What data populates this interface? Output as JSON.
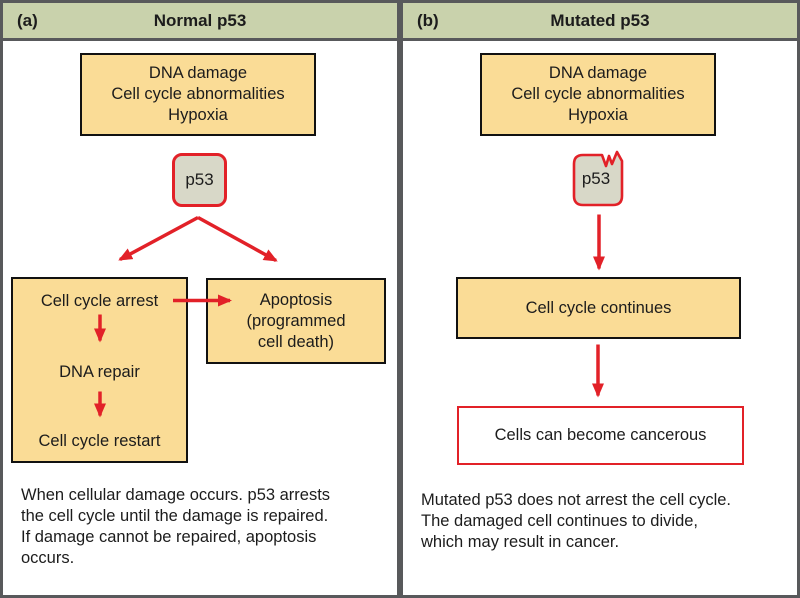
{
  "colors": {
    "panel-border": "#58595b",
    "header-bg": "#c9d2ac",
    "box-tan": "#fadc96",
    "p53-fill": "#d8d8c8",
    "arrow-red": "#e22128",
    "box-border": "#111111",
    "text": "#1c1c1c"
  },
  "panels": [
    {
      "label": "(a)",
      "title": "Normal p53",
      "trigger_lines": "DNA damage\nCell cycle abnormalities\nHypoxia",
      "p53_label": "p53",
      "steps": [
        "Cell cycle arrest",
        "DNA repair",
        "Cell cycle restart"
      ],
      "apoptosis_lines": "Apoptosis\n(programmed\ncell death)",
      "caption": "When cellular damage occurs. p53 arrests\nthe cell cycle until the damage is repaired.\nIf damage cannot be repaired, apoptosis\noccurs."
    },
    {
      "label": "(b)",
      "title": "Mutated p53",
      "trigger_lines": "DNA damage\nCell cycle abnormalities\nHypoxia",
      "p53_label": "p53",
      "continue_label": "Cell cycle continues",
      "cancer_label": "Cells can become cancerous",
      "caption": "Mutated p53 does not arrest the cell cycle.\nThe damaged cell continues to divide,\nwhich may result in cancer."
    }
  ]
}
